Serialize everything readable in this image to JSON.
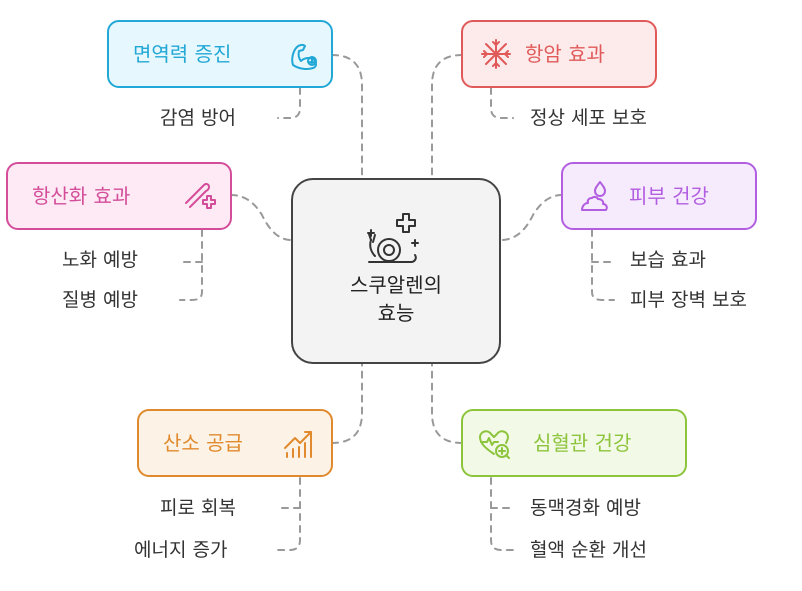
{
  "center": {
    "title_line1": "스쿠알렌의",
    "title_line2": "효능",
    "icon": "snail-health-icon"
  },
  "nodes": {
    "immunity": {
      "label": "면역력 증진",
      "icon": "flexed-arm-icon",
      "color": "#22a8d6",
      "bg": "#e6f7fd",
      "subs": [
        "감염 방어"
      ]
    },
    "anticancer": {
      "label": "항암 효과",
      "icon": "snowflake-cell-icon",
      "color": "#e05a5a",
      "bg": "#fdeaea",
      "subs": [
        "정상 세포 보호"
      ]
    },
    "antioxidant": {
      "label": "항산화 효과",
      "icon": "syringe-plus-icon",
      "color": "#d44d9a",
      "bg": "#fdeaf4",
      "subs": [
        "노화 예방",
        "질병 예방"
      ]
    },
    "skin": {
      "label": "피부 건강",
      "icon": "cream-drop-icon",
      "color": "#b35de0",
      "bg": "#f5ebfd",
      "subs": [
        "보습 효과",
        "피부 장벽 보호"
      ]
    },
    "oxygen": {
      "label": "산소 공급",
      "icon": "bar-growth-icon",
      "color": "#e08a2d",
      "bg": "#fdf2e6",
      "subs": [
        "피로 회복",
        "에너지 증가"
      ]
    },
    "cardio": {
      "label": "심혈관 건강",
      "icon": "heart-monitor-icon",
      "color": "#8cc43c",
      "bg": "#f2f9e6",
      "subs": [
        "동맥경화 예방",
        "혈액 순환 개선"
      ]
    }
  }
}
